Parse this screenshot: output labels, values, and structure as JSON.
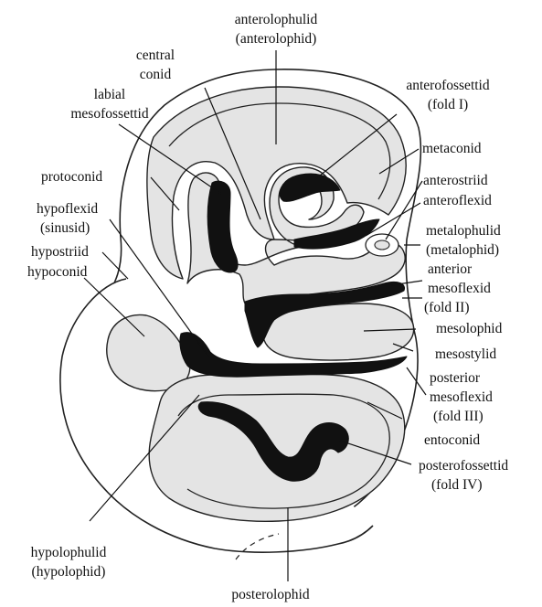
{
  "labels": {
    "anterolophulid": "anterolophulid",
    "anterolophid": "(anterolophid)",
    "central_1": "central",
    "central_2": "conid",
    "labial_1": "labial",
    "labial_2": "mesofossettid",
    "anterofossettid": "anterofossettid",
    "fold_1": "(fold I)",
    "metaconid": "metaconid",
    "protoconid": "protoconid",
    "anterostriid": "anterostriid",
    "anteroflexid": "anteroflexid",
    "hypoflexid": "hypoflexid",
    "sinusid": "(sinusid)",
    "metalophulid": "metalophulid",
    "metalophid": "(metalophid)",
    "hypostriid": "hypostriid",
    "hypoconid": "hypoconid",
    "anterior": "anterior",
    "anterior_mesoflexid": "mesoflexid",
    "fold_2": "(fold II)",
    "mesolophid": "mesolophid",
    "mesostylid": "mesostylid",
    "posterior": "posterior",
    "posterior_mesoflexid": "mesoflexid",
    "fold_3": "(fold III)",
    "entoconid": "entoconid",
    "posterofossettid": "posterofossettid",
    "fold_4": "(fold IV)",
    "hypolophulid": "hypolophulid",
    "hypolophid": "(hypolophid)",
    "posterolophid": "posterolophid"
  }
}
